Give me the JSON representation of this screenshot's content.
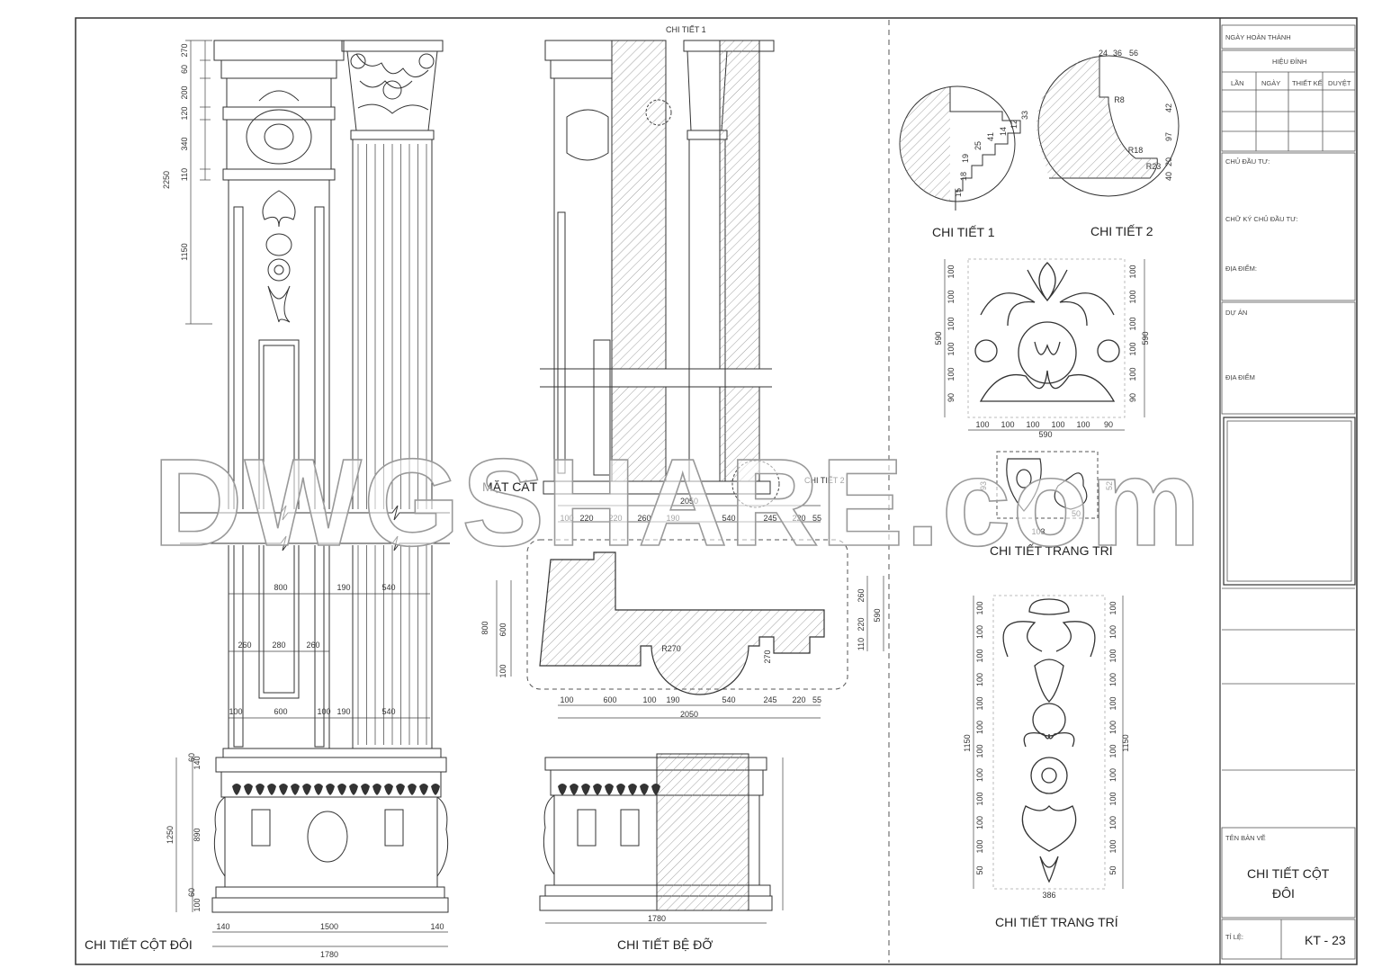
{
  "watermark": "DWGSHARE.com",
  "captions": {
    "column": "CHI TIẾT CỘT ĐÔI",
    "base": "CHI TIẾT BỆ ĐỠ",
    "section": "MẶT CẮT",
    "detail1": "CHI TIẾT 1",
    "detail2": "CHI TIẾT 2",
    "ornament_small": "CHI TIẾT TRANG TRÍ",
    "ornament_tall": "CHI TIẾT TRANG TRÍ",
    "ref1": "CHI TIẾT 1",
    "ref2": "CHI TIẾT 2"
  },
  "dims": {
    "col_top": [
      "270",
      "60",
      "200",
      "120",
      "340",
      "110"
    ],
    "col_total": "2250",
    "col_mid": "1150",
    "col_w1": [
      "800",
      "190",
      "540"
    ],
    "col_w2": [
      "260",
      "280",
      "260"
    ],
    "col_w3": [
      "100",
      "600",
      "100",
      "190",
      "540"
    ],
    "ped_left": [
      "140",
      "60",
      "890",
      "100",
      "60"
    ],
    "ped_total": "1250",
    "ped_w": [
      "140",
      "1500",
      "140"
    ],
    "ped_total_w": "1780",
    "base_w": "1780",
    "sec_top": [
      "100",
      "220",
      "220",
      "260",
      "190",
      "540",
      "245",
      "220",
      "55"
    ],
    "sec_total": "2050",
    "sec_bot": [
      "100",
      "600",
      "100",
      "190",
      "540",
      "245",
      "220",
      "55"
    ],
    "sec_bot_total": "2050",
    "sec_left": [
      "800",
      "600",
      "100"
    ],
    "sec_right": [
      "260",
      "220",
      "110",
      "590"
    ],
    "r": [
      "R270",
      "270"
    ],
    "d1": [
      "33",
      "12",
      "14",
      "41",
      "25",
      "19",
      "18",
      "15"
    ],
    "d2": [
      "24",
      "36",
      "56",
      "42",
      "97",
      "20",
      "40",
      "R8",
      "R18",
      "R23"
    ],
    "orn_side": [
      "100",
      "100",
      "100",
      "100",
      "100",
      "90"
    ],
    "orn_h": "590",
    "orn_bot": [
      "100",
      "100",
      "100",
      "100",
      "100",
      "90"
    ],
    "orn_w": "590",
    "small": [
      "93",
      "52",
      "50",
      "103"
    ],
    "tall_rows": [
      "100",
      "100",
      "100",
      "100",
      "100",
      "100",
      "100",
      "100",
      "100",
      "100",
      "100",
      "50"
    ],
    "tall_h": "1150",
    "tall_w": "386"
  },
  "title_block": {
    "date_label": "NGÀY HOÀN THÀNH",
    "revision": "HIỆU ĐÍNH",
    "cols": [
      "LẦN",
      "NGÀY",
      "THIẾT KẾ",
      "DUYỆT"
    ],
    "owner": "CHỦ ĐẦU TƯ:",
    "owner_sign": "CHỮ KÝ CHỦ ĐẦU TƯ:",
    "location": "ĐỊA ĐIỂM:",
    "project": "DỰ ÁN",
    "location2": "ĐỊA ĐIỂM",
    "drawing_name_label": "TÊN BẢN VẼ",
    "drawing_name_1": "CHI TIẾT CỘT",
    "drawing_name_2": "ĐÔI",
    "scale_label": "TỈ LỆ:",
    "sheet_no": "KT - 23"
  }
}
